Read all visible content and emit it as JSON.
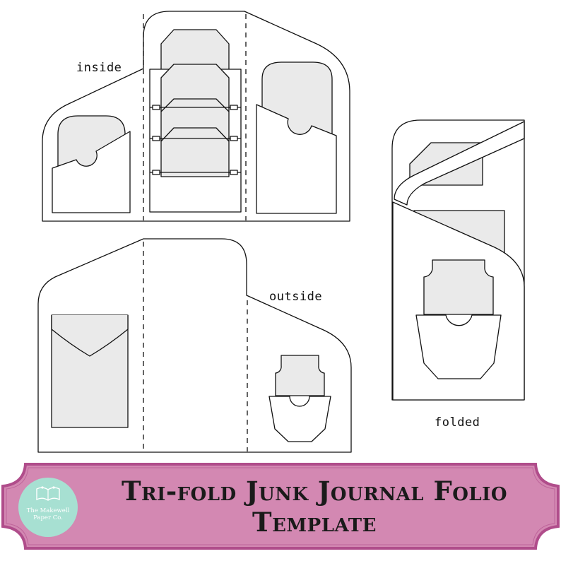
{
  "labels": {
    "inside": "inside",
    "outside": "outside",
    "folded": "folded"
  },
  "banner": {
    "title_line1": "Tri-fold Junk Journal Folio",
    "title_line2": "Template",
    "fill_color": "#d388b2",
    "border_color": "#b04d8b"
  },
  "logo": {
    "name": "The Makewell Paper Co.",
    "line1": "The Makewell",
    "line2": "Paper Co.",
    "bg_color": "#a7e0d2"
  },
  "colors": {
    "outline": "#111111",
    "pocket_fill": "#eaeaea",
    "paper": "#ffffff"
  }
}
